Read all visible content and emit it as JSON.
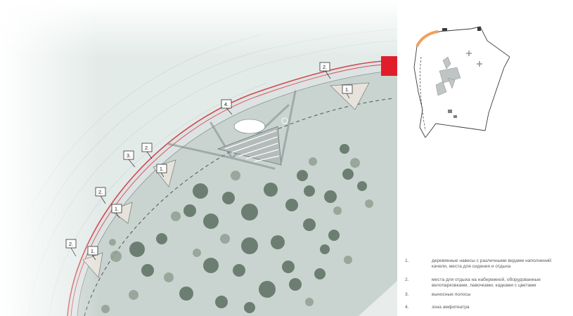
{
  "map": {
    "markers": [
      {
        "label": "2."
      },
      {
        "label": "1."
      },
      {
        "label": "4."
      },
      {
        "label": "3."
      },
      {
        "label": "2."
      },
      {
        "label": "1."
      },
      {
        "label": "2."
      },
      {
        "label": "1."
      },
      {
        "label": "2."
      },
      {
        "label": "1."
      }
    ]
  },
  "legend": [
    {
      "num": "1.",
      "text": "деревянные навесы с различными видами наполнений: качели, места для сидения и отдыха"
    },
    {
      "num": "2.",
      "text": "места для отдыха на набережной, оборудованные велопарковками, лавочками, кадками с цветами"
    },
    {
      "num": "3.",
      "text": "выносные полосы"
    },
    {
      "num": "4.",
      "text": "зона амфитеатра"
    }
  ],
  "colors": {
    "water": "#e4ecea",
    "land": "#c8d4d0",
    "promenade": "#d9dfe0",
    "red_line": "#d04a52",
    "tree_dark": "#5f7366",
    "tree_light": "#8d9e92",
    "highlight": "#f0a060"
  }
}
